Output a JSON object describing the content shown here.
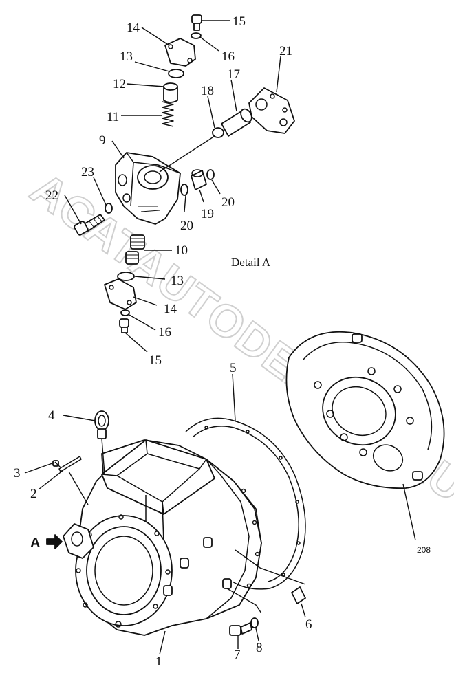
{
  "callouts": {
    "c1": "1",
    "c2": "2",
    "c3": "3",
    "c4": "4",
    "c5": "5",
    "c6": "6",
    "c7": "7",
    "c8": "8",
    "c9": "9",
    "c10": "10",
    "c11": "11",
    "c12": "12",
    "c13a": "13",
    "c13b": "13",
    "c14a": "14",
    "c14b": "14",
    "c15a": "15",
    "c15b": "15",
    "c16a": "16",
    "c16b": "16",
    "c17": "17",
    "c18": "18",
    "c19": "19",
    "c20a": "20",
    "c20b": "20",
    "c21": "21",
    "c22": "22",
    "c23": "23"
  },
  "detail_label": "Detail A",
  "view_marker": "A",
  "page_ref": "208",
  "watermark": "ACATAUTODEALER.RU"
}
